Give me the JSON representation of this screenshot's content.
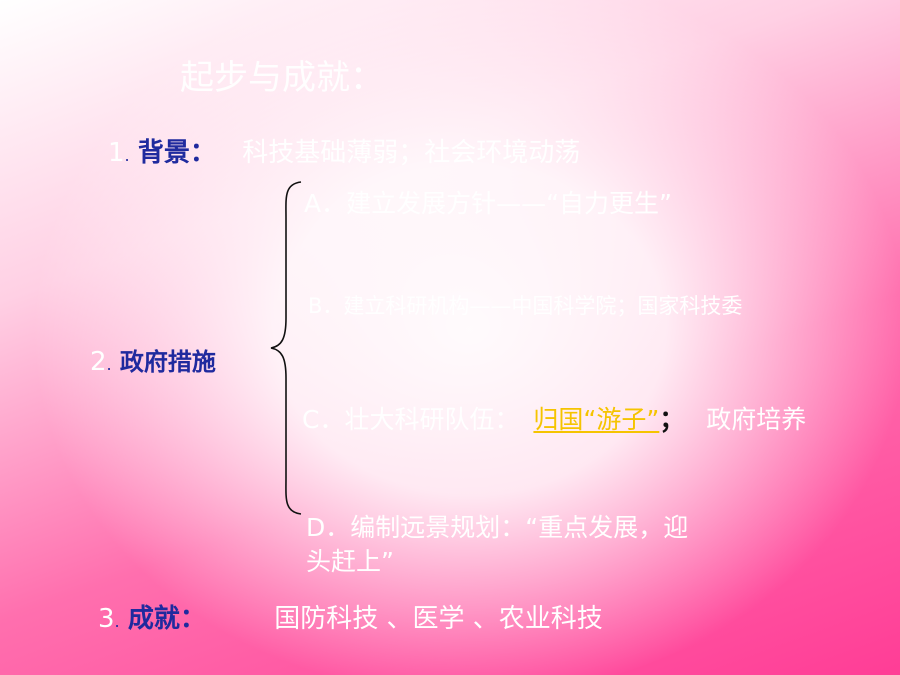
{
  "title": "起步与成就：",
  "background": {
    "num": "1",
    "dot": ".",
    "label": "背景：",
    "text": "科技基础薄弱；社会环境动荡"
  },
  "measures": {
    "num": "2",
    "dot": ".",
    "label": "政府措施",
    "a": {
      "text": "A．建立发展方针——“自力更生”"
    },
    "b": {
      "prefix": "B．建立科研机构",
      "text": "——中国科学院；国家科技委"
    },
    "c": {
      "prefix": "C．壮大科研队伍：",
      "highlight": "归国“游子”",
      "sep": "；",
      "suffix": "政府培养"
    },
    "d": {
      "line1": "D．编制远景规划：“重点发展，迎",
      "line2": "头赶上”"
    }
  },
  "achievements": {
    "num": "3",
    "dot": ".",
    "label": "成就：",
    "text": "国防科技 、医学 、农业科技"
  },
  "colors": {
    "label_blue": "#1f2a9e",
    "highlight_yellow": "#f5c400",
    "text_white": "#ffffff"
  }
}
